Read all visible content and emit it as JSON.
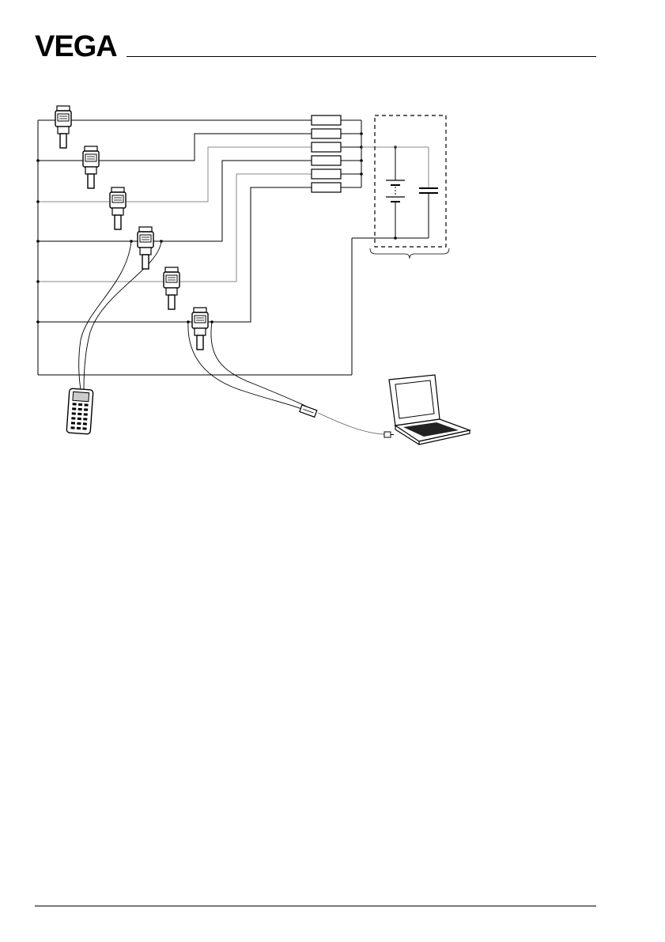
{
  "header": {
    "brand": "VEGA",
    "brand_color": "#000000"
  },
  "diagram": {
    "sensor_count": 6,
    "resistor_count": 6,
    "devices": {
      "handheld": "hart-handheld-icon",
      "modem": "hart-modem-icon",
      "laptop": "laptop-icon"
    }
  }
}
